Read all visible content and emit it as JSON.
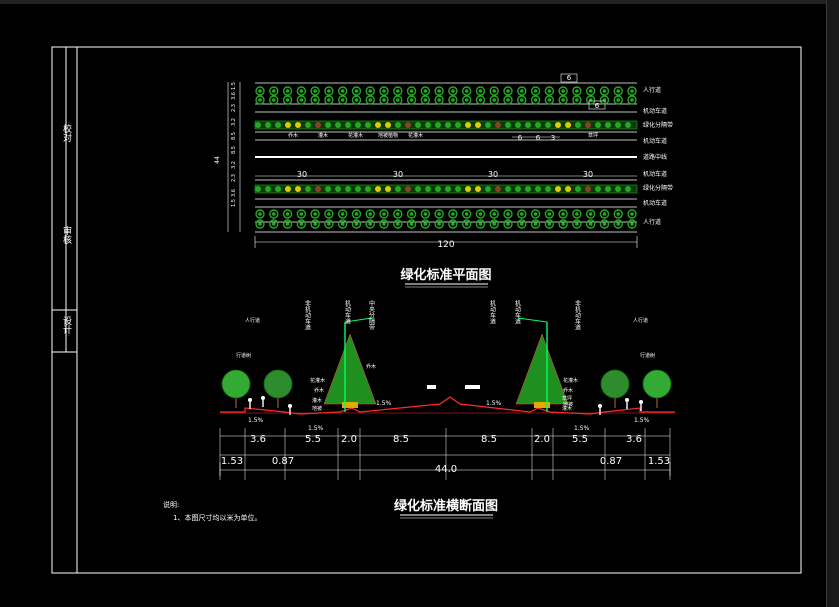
{
  "colors": {
    "frame": "#ffffff",
    "road": "#ffffff",
    "tree": "#22aa22",
    "hedge": "#ddcc00",
    "soil": "#884422",
    "red": "#ff2a2a",
    "cyan": "#00ffff",
    "text": "#ffffff"
  },
  "title_block": {
    "cell_1": "校对",
    "cell_2": "审核",
    "cell_3": "设计"
  },
  "plan": {
    "title": "绿化标准平面图",
    "left_dims": [
      "1.5",
      "3.6",
      "2.3",
      "3.2",
      "8.5",
      "8.5",
      "3.2",
      "2.3",
      "3.6",
      "1.5"
    ],
    "total_height": "44",
    "top_dims": [
      "6",
      "6"
    ],
    "inline_dims": [
      "6",
      "6",
      "3"
    ],
    "spacing": [
      "30",
      "30",
      "30",
      "30"
    ],
    "total_length": "120",
    "right_labels": [
      "人行道",
      "机动车道",
      "绿化分隔带",
      "机动车道",
      "道路中线",
      "机动车道",
      "绿化分隔带",
      "机动车道",
      "人行道"
    ],
    "inline_labels": [
      "乔木",
      "灌木",
      "花灌木",
      "地被植物",
      "花灌木",
      "草坪"
    ]
  },
  "section": {
    "title": "绿化标准横断面图",
    "notes_title": "说明:",
    "notes_item": "1、本图尺寸均以米为单位。",
    "top_labels": [
      "非机动车道",
      "机动车道",
      "中央分隔带",
      "机动车道",
      "机动车道",
      "非机动车道"
    ],
    "left_labels": [
      "人行道",
      "行道树",
      "花灌木",
      "乔木"
    ],
    "right_labels": [
      "人行道",
      "行道树",
      "花灌木",
      "乔木"
    ],
    "mid_labels": [
      "乔木",
      "灌木",
      "地被",
      "草坪",
      "灌木",
      "地被"
    ],
    "slopes": [
      "1.5%",
      "1.5%",
      "1.5%",
      "1.5%",
      "1.5%",
      "1.5%"
    ],
    "dims_row1": [
      "3.6",
      "5.5",
      "2.0",
      "8.5",
      "8.5",
      "2.0",
      "5.5",
      "3.6"
    ],
    "dims_row2": [
      "1.53",
      "0.87",
      "0.87",
      "1.53"
    ],
    "total": "44.0"
  }
}
